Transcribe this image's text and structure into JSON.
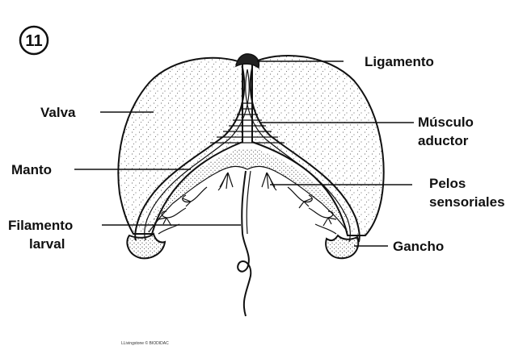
{
  "figure": {
    "number": "11",
    "credit": "LLivingstone © BIODIDAC"
  },
  "labels": {
    "ligamento": "Ligamento",
    "valva": "Valva",
    "musculo_line1": "Músculo",
    "musculo_line2": "aductor",
    "manto": "Manto",
    "pelos_line1": "Pelos",
    "pelos_line2": "sensoriales",
    "filamento_line1": "Filamento",
    "filamento_line2": "larval",
    "gancho": "Gancho"
  },
  "colors": {
    "ink": "#111111",
    "background": "#ffffff"
  }
}
